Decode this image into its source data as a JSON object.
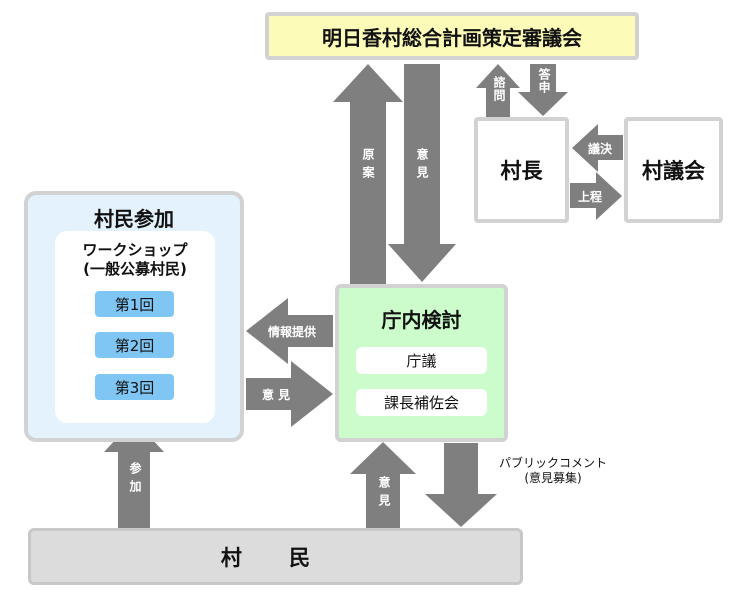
{
  "council": {
    "label": "明日香村総合計画策定審議会"
  },
  "mayor": {
    "label": "村長"
  },
  "assembly": {
    "label": "村議会"
  },
  "citizen_participation": {
    "title": "村民参加",
    "workshop_line1": "ワークショップ",
    "workshop_line2": "(一般公募村民)",
    "sessions": [
      "第1回",
      "第2回",
      "第3回"
    ]
  },
  "office": {
    "title": "庁内検討",
    "items": [
      "庁議",
      "課長補佐会"
    ]
  },
  "villagers": {
    "label": "村 民"
  },
  "arrows": {
    "draft": "原案",
    "opinion_to_office": "意見",
    "inquiry": "諮問",
    "report": "答申",
    "resolution": "議決",
    "submission": "上程",
    "info_provision": "情報提供",
    "opinion_horizontal": "意 見",
    "participation": "参加",
    "opinion_from_villagers": "意見",
    "public_comment_line1": "パブリックコメント",
    "public_comment_line2": "(意見募集)"
  },
  "colors": {
    "arrow": "#7f7f7f",
    "council_fill": "#fcfcb8",
    "citizen_fill": "#e3f2fc",
    "session_fill": "#7fc6f4",
    "office_fill": "#ccfccc",
    "village_fill": "#dcdcdc",
    "border": "#d2d2d2"
  }
}
